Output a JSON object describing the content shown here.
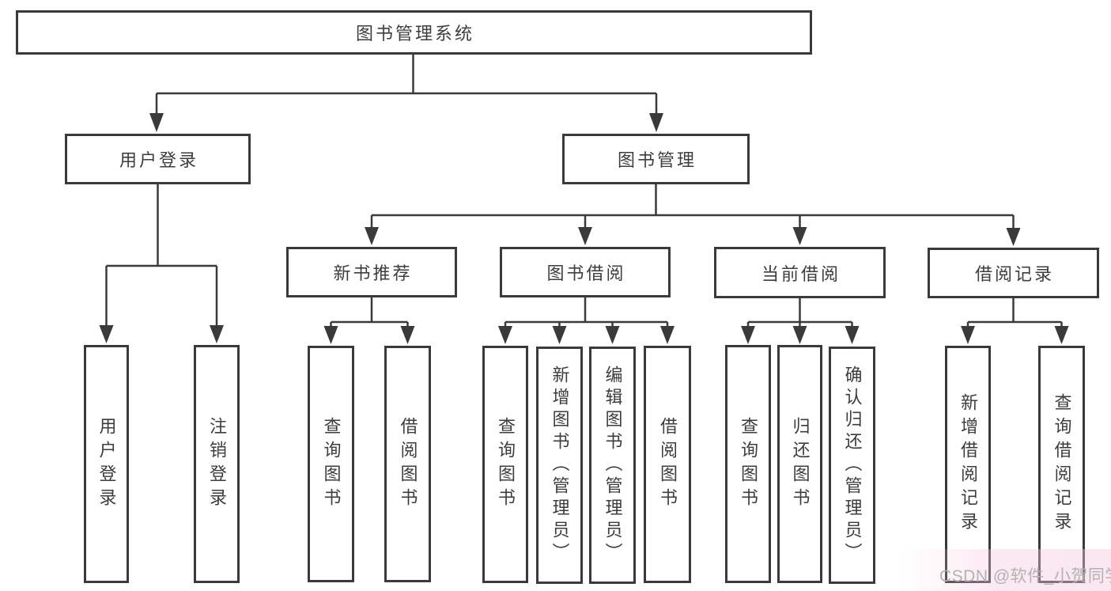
{
  "diagram": {
    "title": "图书管理系统",
    "colors": {
      "line": "#3a3a3a",
      "text": "#3d3d3d",
      "background": "#ffffff",
      "watermark_text": "#b2b2b2",
      "watermark_wash": "#f4c6dc"
    },
    "nodes": {
      "root": {
        "label": "图书管理系统"
      },
      "user_login": {
        "label": "用户登录"
      },
      "book_mgmt": {
        "label": "图书管理"
      },
      "new_book_rec": {
        "label": "新书推荐"
      },
      "book_borrow": {
        "label": "图书借阅"
      },
      "current_borrow": {
        "label": "当前借阅"
      },
      "borrow_record": {
        "label": "借阅记录"
      },
      "leaf_user_login": {
        "label": "用户登录"
      },
      "leaf_logout": {
        "label": "注销登录"
      },
      "rec_query_book": {
        "label": "查询图书"
      },
      "rec_borrow_book": {
        "label": "借阅图书"
      },
      "bb_query_book": {
        "label": "查询图书"
      },
      "bb_add_book": {
        "label": "新增图书（管理员）"
      },
      "bb_edit_book": {
        "label": "编辑图书（管理员）"
      },
      "bb_borrow_book": {
        "label": "借阅图书"
      },
      "cb_query_book": {
        "label": "查询图书"
      },
      "cb_return_book": {
        "label": "归还图书"
      },
      "cb_confirm_return": {
        "label": "确认归还（管理员）"
      },
      "br_add_record": {
        "label": "新增借阅记录"
      },
      "br_query_record": {
        "label": "查询借阅记录"
      }
    },
    "watermark": "CSDN @软件_小贺同学"
  }
}
